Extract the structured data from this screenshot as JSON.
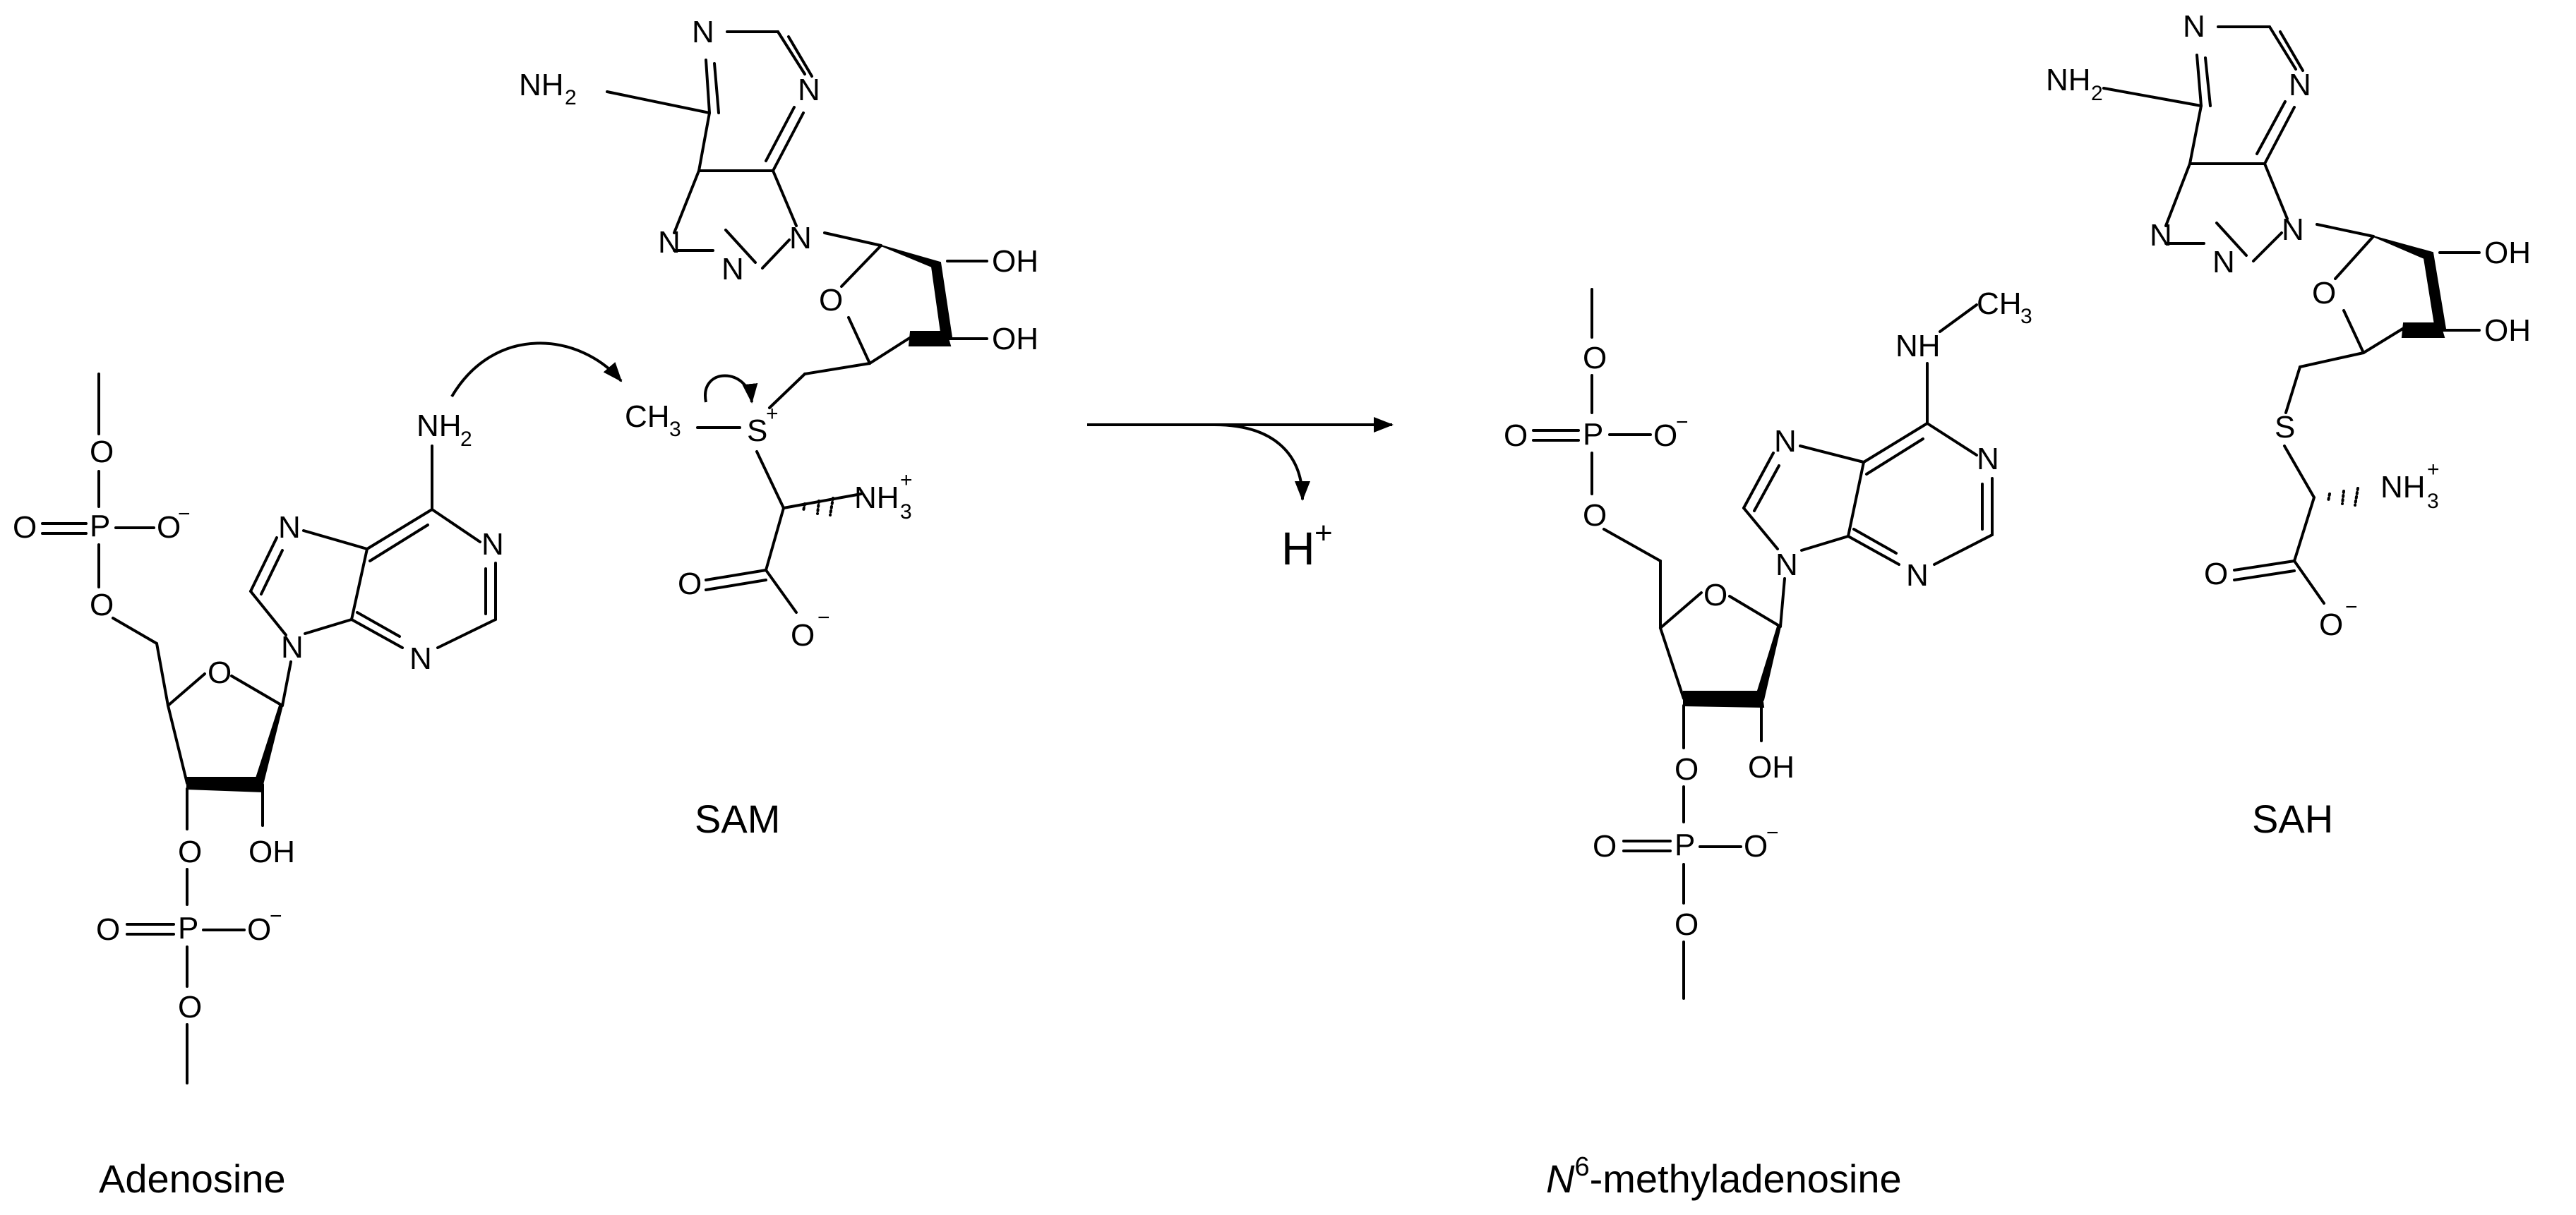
{
  "labels": {
    "adenosine": "Adenosine",
    "sam": "SAM",
    "m6a_prefix": "N",
    "m6a_superscript": "6",
    "m6a_suffix": "-methyladenosine",
    "sah": "SAH"
  },
  "byproduct": {
    "text": "H",
    "charge": "+"
  },
  "atoms": {
    "O": "O",
    "N": "N",
    "S": "S",
    "P": "P",
    "NH": "NH",
    "OH": "OH",
    "NH2": "NH",
    "NH2_sub": "2",
    "NH3": "NH",
    "NH3_sub": "3",
    "CH3": "CH",
    "CH3_sub": "3",
    "minus": "−",
    "plus": "+"
  },
  "colors": {
    "ink": "#000000",
    "background": "#ffffff"
  }
}
